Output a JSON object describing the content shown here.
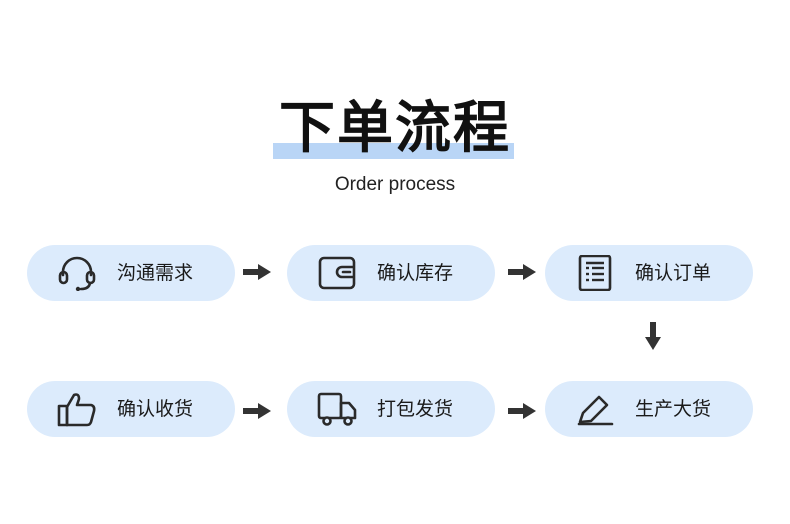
{
  "header": {
    "title": "下单流程",
    "subtitle": "Order process"
  },
  "steps": [
    {
      "label": "沟通需求",
      "icon": "headset-icon"
    },
    {
      "label": "确认库存",
      "icon": "wallet-icon"
    },
    {
      "label": "确认订单",
      "icon": "document-icon"
    },
    {
      "label": "确认收货",
      "icon": "thumbs-up-icon"
    },
    {
      "label": "打包发货",
      "icon": "truck-icon"
    },
    {
      "label": "生产大货",
      "icon": "pencil-icon"
    }
  ],
  "colors": {
    "pill": "#dcebfc",
    "highlight": "#b9d5f6",
    "icon": "#2a2a2a",
    "arrow": "#333333"
  }
}
